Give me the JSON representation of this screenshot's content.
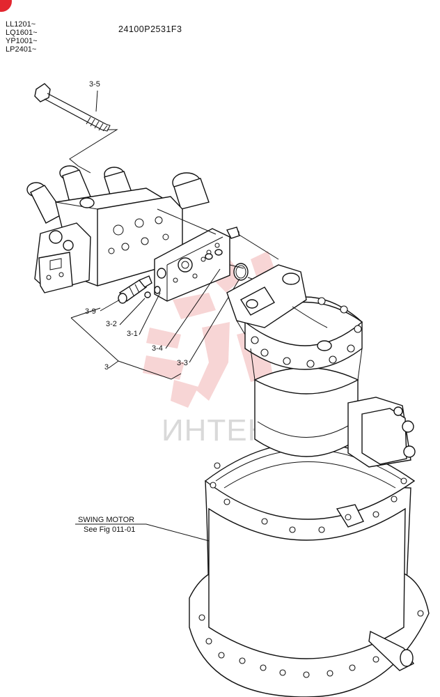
{
  "serials": [
    "LL1201~",
    "LQ1601~",
    "YP1001~",
    "LP2401~"
  ],
  "part_code": "24100P2531F3",
  "callouts": {
    "c3_5": "3-5",
    "c3_9": "3-9",
    "c3_2": "3-2",
    "c3_1": "3-1",
    "c3_4": "3-4",
    "c3": "3",
    "c3_3": "3-3"
  },
  "swing_motor": {
    "title": "SWING MOTOR",
    "ref": "See Fig 011-01"
  },
  "watermark": "ИНТЕК",
  "colors": {
    "badge": "#e3262f",
    "watermark_logo": "#f2b3b3",
    "watermark_text": "#d9d9d9",
    "ink": "#111111"
  }
}
